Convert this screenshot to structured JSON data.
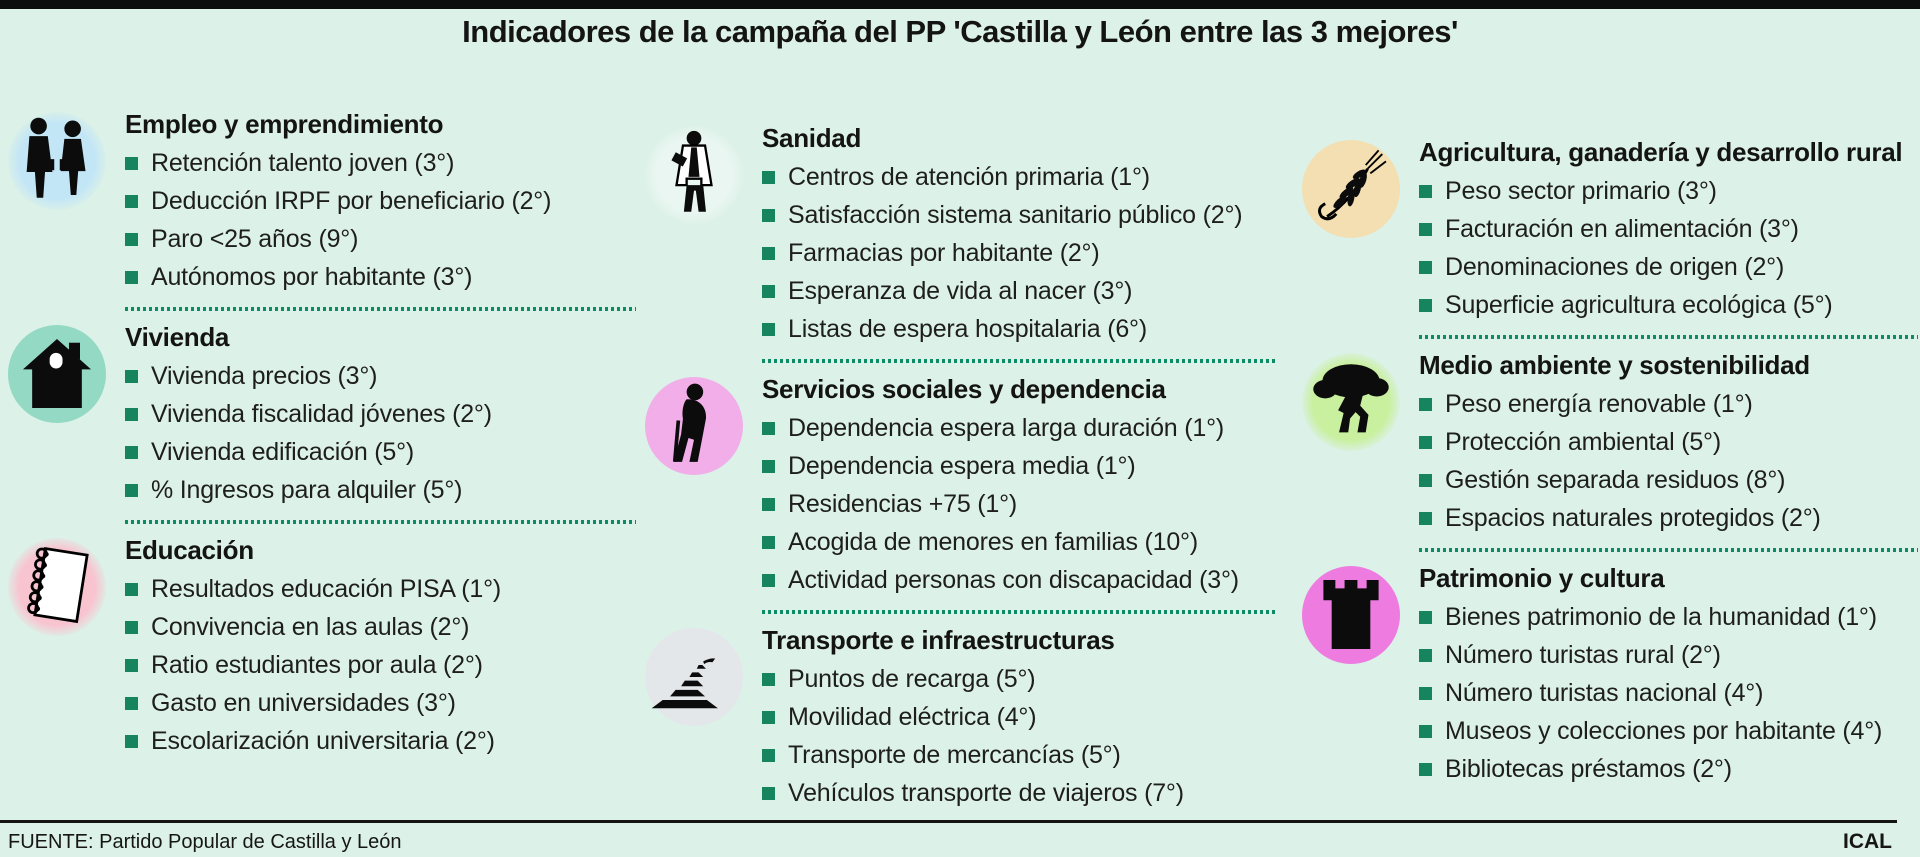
{
  "title": "Indicadores de la campaña del PP 'Castilla y León entre las 3 mejores'",
  "colors": {
    "background": "#dcf1e8",
    "top_bar": "#0d0d0d",
    "bullet_square": "#15845f",
    "dotted_separator": "#0e8a66"
  },
  "footer": {
    "source": "FUENTE: Partido Popular de Castilla y León",
    "agency": "ICAL"
  },
  "columns": [
    {
      "sections": [
        {
          "id": "empleo",
          "icon": "people-icon",
          "circle_color": "#c3e6f6",
          "circle_soft": true,
          "title": "Empleo y emprendimiento",
          "items": [
            "Retención talento joven (3°)",
            "Deducción IRPF por beneficiario (2°)",
            "Paro <25 años (9°)",
            "Autónomos por habitante (3°)"
          ]
        },
        {
          "id": "vivienda",
          "icon": "house-icon",
          "circle_color": "#93d9c3",
          "circle_soft": false,
          "title": "Vivienda",
          "items": [
            "Vivienda precios (3°)",
            "Vivienda fiscalidad jóvenes (2°)",
            "Vivienda edificación (5°)",
            "% Ingresos para alquiler (5°)"
          ]
        },
        {
          "id": "educacion",
          "icon": "notebook-icon",
          "circle_color": "#f8c4d0",
          "circle_soft": true,
          "title": "Educación",
          "items": [
            "Resultados educación PISA (1°)",
            "Convivencia en las aulas (2°)",
            "Ratio estudiantes por aula (2°)",
            "Gasto en universidades (3°)",
            "Escolarización universitaria (2°)"
          ]
        }
      ]
    },
    {
      "sections": [
        {
          "id": "sanidad",
          "icon": "doctor-icon",
          "circle_color": "#e9f6f1",
          "circle_soft": true,
          "title": "Sanidad",
          "items": [
            "Centros de atención primaria (1°)",
            "Satisfacción sistema sanitario público (2°)",
            "Farmacias por habitante (2°)",
            "Esperanza de vida al nacer (3°)",
            "Listas de espera hospitalaria (6°)"
          ]
        },
        {
          "id": "servicios-sociales",
          "icon": "elderly-person-icon",
          "circle_color": "#f2aee8",
          "circle_soft": false,
          "title": "Servicios sociales y dependencia",
          "items": [
            "Dependencia espera larga duración (1°)",
            "Dependencia espera media (1°)",
            "Residencias +75 (1°)",
            "Acogida de menores en familias (10°)",
            "Actividad personas con discapacidad (3°)"
          ]
        },
        {
          "id": "transporte",
          "icon": "train-icon",
          "circle_color": "#e3e7ea",
          "circle_soft": false,
          "title": "Transporte e infraestructuras",
          "items": [
            "Puntos de recarga (5°)",
            "Movilidad eléctrica (4°)",
            "Transporte de mercancías (5°)",
            "Vehículos transporte de viajeros (7°)"
          ]
        }
      ]
    },
    {
      "sections": [
        {
          "id": "agricultura",
          "icon": "wheat-icon",
          "circle_color": "#f3dfb2",
          "circle_soft": false,
          "title": "Agricultura, ganadería y desarrollo rural",
          "items": [
            "Peso sector primario (3°)",
            "Facturación en alimentación (3°)",
            "Denominaciones de origen (2°)",
            "Superficie agricultura ecológica (5°)"
          ]
        },
        {
          "id": "medio-ambiente",
          "icon": "tree-icon",
          "circle_color": "#c9f09f",
          "circle_soft": true,
          "title": "Medio ambiente y sostenibilidad",
          "items": [
            "Peso energía renovable (1°)",
            "Protección ambiental (5°)",
            "Gestión separada residuos (8°)",
            "Espacios naturales protegidos (2°)"
          ]
        },
        {
          "id": "patrimonio",
          "icon": "castle-tower-icon",
          "circle_color": "#ee7ce0",
          "circle_soft": false,
          "title": "Patrimonio y cultura",
          "items": [
            "Bienes patrimonio de la humanidad (1°)",
            "Número turistas rural (2°)",
            "Número turistas nacional (4°)",
            "Museos y colecciones por habitante (4°)",
            "Bibliotecas préstamos (2°)"
          ]
        }
      ]
    }
  ]
}
